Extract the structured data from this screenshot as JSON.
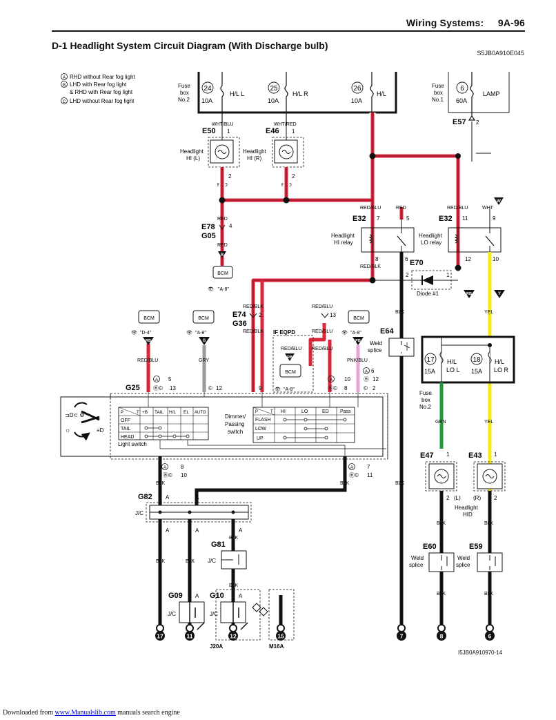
{
  "header": {
    "title": "Wiring Systems:",
    "page": "9A-96"
  },
  "section_title": "D-1 Headlight System Circuit Diagram (With Discharge bulb)",
  "reference_code": "S5JB0A910E045",
  "figure_code": "I5JB0A910970-14",
  "footer": {
    "prefix": "Downloaded from ",
    "link": "www.Manualslib.com",
    "suffix": " manuals search engine"
  },
  "legend": [
    {
      "mark": "A",
      "text": "RHD without Rear fog light"
    },
    {
      "mark": "B",
      "text": "LHD with Rear fog light"
    },
    {
      "mark": "",
      "text": "& RHD with Rear fog light"
    },
    {
      "mark": "C",
      "text": "LHD without Rear fog light"
    }
  ],
  "fuses": [
    {
      "box": [
        "Fuse",
        "box",
        "No.2"
      ],
      "number": "24",
      "rating": "10A",
      "name": "H/L L"
    },
    {
      "box": [],
      "number": "25",
      "rating": "10A",
      "name": "H/L R"
    },
    {
      "box": [],
      "number": "26",
      "rating": "10A",
      "name": "H/L"
    },
    {
      "box": [
        "Fuse",
        "box",
        "No.1"
      ],
      "number": "6",
      "rating": "60A",
      "name": "LAMP"
    }
  ],
  "connectors": {
    "e50": "E50",
    "e46": "E46",
    "e57": "E57",
    "e78": "E78",
    "g05": "G05",
    "e32": "E32",
    "e70": "E70",
    "e74": "E74",
    "g36": "G36",
    "e64": "E64",
    "g25": "G25",
    "g82": "G82",
    "g81": "G81",
    "g09": "G09",
    "g10": "G10",
    "e47": "E47",
    "e43": "E43",
    "e60": "E60",
    "e59": "E59"
  },
  "components": {
    "headlight_hi_l": [
      "Headlight",
      "HI (L)"
    ],
    "headlight_hi_r": [
      "Headlight",
      "HI (R)"
    ],
    "hi_relay": [
      "Headlight",
      "HI relay"
    ],
    "lo_relay": [
      "Headlight",
      "LO relay"
    ],
    "diode": "Diode #1",
    "bcm": "BCM",
    "light_switch": "Light switch",
    "dimmer": [
      "Dimmer/",
      "Passing",
      "switch"
    ],
    "weld_splice": [
      "Weld",
      "splice"
    ],
    "jc": "J/C",
    "hid": [
      "Headlight",
      "HID"
    ],
    "if_eqpd": "IF EQPD",
    "fuse_box2": [
      "Fuse",
      "box",
      "No.2"
    ],
    "lo_fuses": [
      {
        "number": "17",
        "rating": "15A",
        "name": [
          "H/L",
          "LO L"
        ]
      },
      {
        "number": "18",
        "rating": "15A",
        "name": [
          "H/L",
          "LO R"
        ]
      }
    ]
  },
  "wire_colors": {
    "wht_blu": "WHT/BLU",
    "wht_red": "WHT/RED",
    "red": "RED",
    "red_blu": "RED/BLU",
    "red_blk": "RED/BLK",
    "wht": "WHT",
    "yel": "YEL",
    "blk": "BLK",
    "grn": "GRN",
    "gry": "GRY",
    "pnk_blu": "PNK/BLU"
  },
  "pins": {
    "e50": "1",
    "e46": "1",
    "hl_l": "2",
    "hl_r": "2",
    "e57": "2",
    "e78": "4",
    "hi_7": "7",
    "hi_5": "5",
    "hi_8": "8",
    "hi_6": "6",
    "lo_11": "11",
    "lo_9": "9",
    "lo_12": "12",
    "lo_10": "10",
    "d2": "2",
    "d1": "1",
    "e74_2": "2",
    "e74_13": "13",
    "g25_9": "9",
    "e47_1": "1",
    "e43_1": "1",
    "e47_2": "2",
    "e43_2": "2"
  },
  "pin_groups": {
    "rb1": [
      "5",
      "13"
    ],
    "g1": [
      "12"
    ],
    "pb1": [
      "6",
      "12",
      "2"
    ],
    "ifq": [
      "10",
      "8"
    ],
    "blk1": [
      "8",
      "10"
    ],
    "blk2": [
      "7",
      "11"
    ]
  },
  "hid_sides": {
    "left": "(L)",
    "right": "(R)"
  },
  "references": {
    "a8": "\"A-8\"",
    "d4": "\"D-4\""
  },
  "badges": {
    "w": "W",
    "r": "R",
    "rb": "RB",
    "y": "Y",
    "g": "G",
    "pb": "PB",
    "a": "A"
  },
  "light_switch_table": {
    "header": [
      "P",
      "T",
      "+B",
      "TAIL",
      "H/L",
      "EL",
      "AUTO"
    ],
    "rows": [
      "OFF",
      "TAIL",
      "HEAD"
    ]
  },
  "dimmer_table": {
    "header": [
      "P",
      "T",
      "HI",
      "LO",
      "ED",
      "Pass"
    ],
    "rows": [
      "FLASH",
      "LOW",
      "UP"
    ]
  },
  "grounds": [
    "17",
    "11",
    "12",
    "15",
    "7",
    "8",
    "6"
  ],
  "ground_groups": [
    "J20A",
    "M16A"
  ],
  "colors": {
    "red_wire": "#d9263a",
    "yellow_wire": "#f2ea1a",
    "green_wire": "#1f9a3a",
    "black": "#111111",
    "pink": "#e7a6d6",
    "gray": "#9a9a9a"
  }
}
